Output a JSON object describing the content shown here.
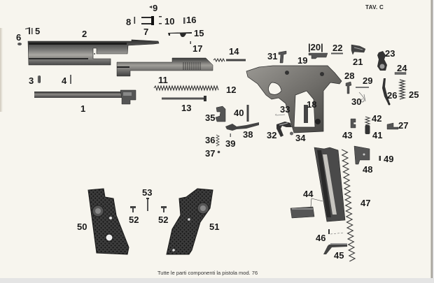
{
  "header": {
    "plate_label": "TAV. C"
  },
  "caption": "Tutte le parti componenti la pistola mod. 76",
  "parts": {
    "p1": "1",
    "p2": "2",
    "p3": "3",
    "p4": "4",
    "p5": "5",
    "p6": "6",
    "p7": "7",
    "p8": "8",
    "p9": "9",
    "p10": "10",
    "p11": "11",
    "p12": "12",
    "p13": "13",
    "p14": "14",
    "p15": "15",
    "p16": "16",
    "p17": "17",
    "p18": "18",
    "p19": "19",
    "p20": "|20|",
    "p21": "21",
    "p22": "22",
    "p23": "23",
    "p24": "24",
    "p25": "25",
    "p26": "26",
    "p27": "27",
    "p28": "28",
    "p29": "29",
    "p30": "30",
    "p31": "31",
    "p32": "32",
    "p33": "33",
    "p34": "34",
    "p35": "35",
    "p36": "36",
    "p37": "37",
    "p38": "38",
    "p39": "39",
    "p40": "40",
    "p41": "41",
    "p42": "42",
    "p43": "43",
    "p44": "44",
    "p45": "45",
    "p46": "46",
    "p47": "47",
    "p48": "48",
    "p49": "49",
    "p50": "50",
    "p51": "51",
    "p52a": "52",
    "p52b": "52",
    "p53": "53"
  },
  "colors": {
    "paper": "#f7f5ee",
    "ink": "#1a1a1a",
    "metal_dark": "#3a3a3a",
    "metal_mid": "#7a7a78",
    "metal_light": "#b5b3ae"
  }
}
